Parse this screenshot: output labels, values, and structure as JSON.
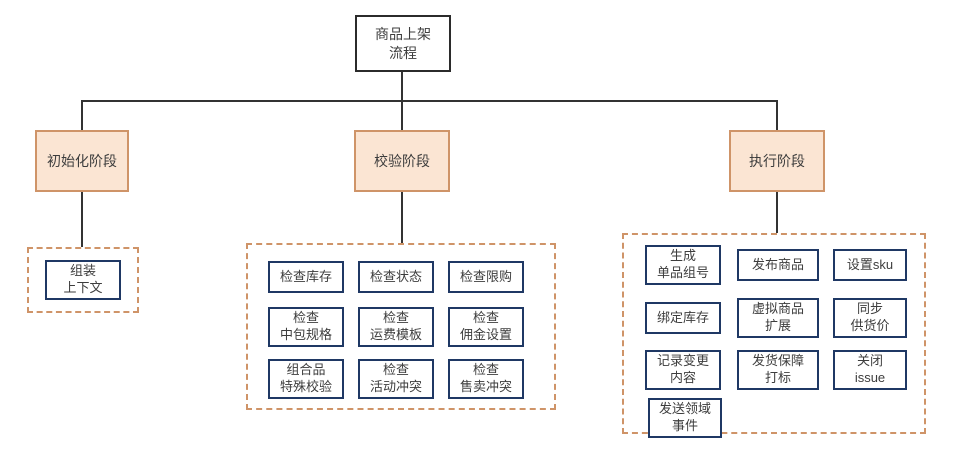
{
  "colors": {
    "phase_fill": "#fbe5d3",
    "phase_border": "#cf9468",
    "blue_border": "#1f3864",
    "line": "#333333",
    "text": "#3d3d3d",
    "canvas_bg": "#ffffff"
  },
  "diagram": {
    "root": {
      "label": "商品上架\n流程"
    },
    "phases": [
      {
        "label": "初始化阶段"
      },
      {
        "label": "校验阶段"
      },
      {
        "label": "执行阶段"
      }
    ],
    "init_group": {
      "items": [
        {
          "label": "组装\n上下文"
        }
      ]
    },
    "validation_group": {
      "items": [
        {
          "label": "检查库存"
        },
        {
          "label": "检查状态"
        },
        {
          "label": "检查限购"
        },
        {
          "label": "检查\n中包规格"
        },
        {
          "label": "检查\n运费模板"
        },
        {
          "label": "检查\n佣金设置"
        },
        {
          "label": "组合品\n特殊校验"
        },
        {
          "label": "检查\n活动冲突"
        },
        {
          "label": "检查\n售卖冲突"
        }
      ]
    },
    "execution_group": {
      "items": [
        {
          "label": "生成\n单品组号"
        },
        {
          "label": "发布商品"
        },
        {
          "label": "设置sku"
        },
        {
          "label": "绑定库存"
        },
        {
          "label": "虚拟商品\n扩展"
        },
        {
          "label": "同步\n供货价"
        },
        {
          "label": "记录变更\n内容"
        },
        {
          "label": "发货保障\n打标"
        },
        {
          "label": "关闭\nissue"
        },
        {
          "label": "发送领域\n事件"
        }
      ]
    }
  }
}
